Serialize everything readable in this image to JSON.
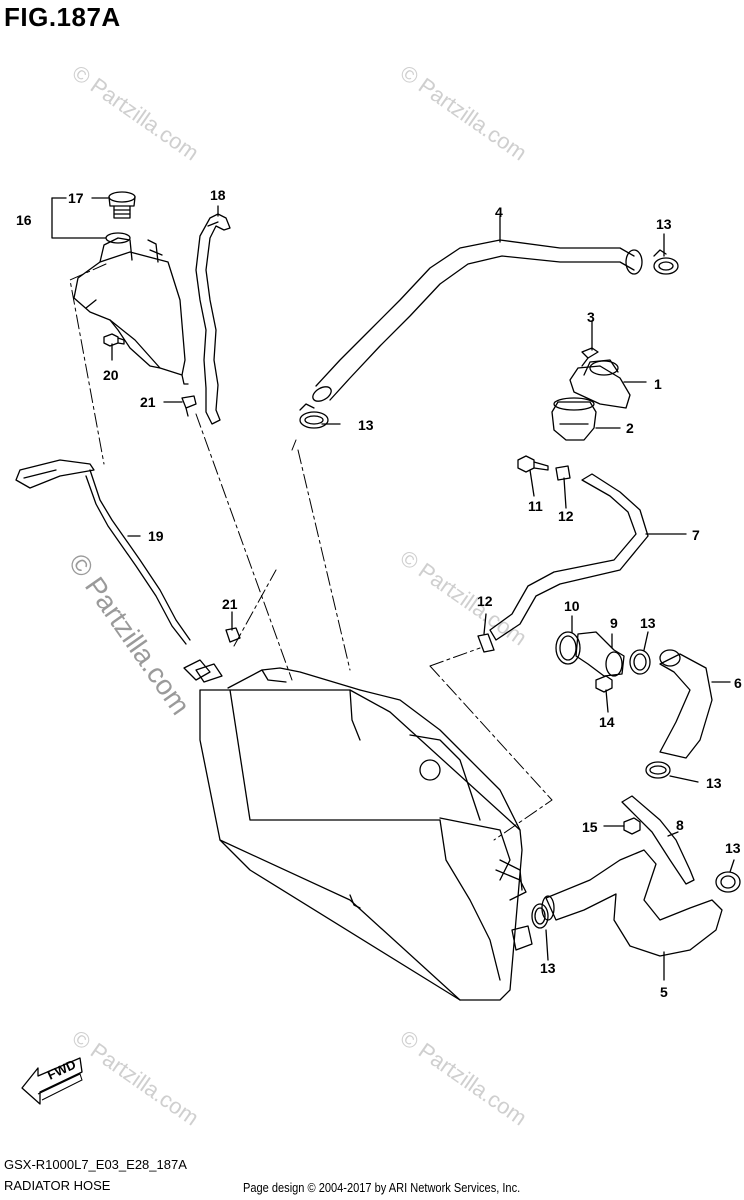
{
  "header": {
    "figure_title": "FIG.187A"
  },
  "footer": {
    "diagram_code": "GSX-R1000L7_E03_E28_187A",
    "diagram_name": "RADIATOR HOSE",
    "page_credit": "Page design © 2004-2017 by ARI Network Services, Inc."
  },
  "watermark": {
    "text": "© Partzilla.com"
  },
  "fwd_label": "FWD",
  "callouts": {
    "c1": "1",
    "c2": "2",
    "c3": "3",
    "c4": "4",
    "c5": "5",
    "c6": "6",
    "c7": "7",
    "c8": "8",
    "c9": "9",
    "c10": "10",
    "c11": "11",
    "c12a": "12",
    "c12b": "12",
    "c13a": "13",
    "c13b": "13",
    "c13c": "13",
    "c13d": "13",
    "c13e": "13",
    "c13f": "13",
    "c14": "14",
    "c15": "15",
    "c16": "16",
    "c17": "17",
    "c18": "18",
    "c19": "19",
    "c20": "20",
    "c21a": "21",
    "c21b": "21"
  }
}
